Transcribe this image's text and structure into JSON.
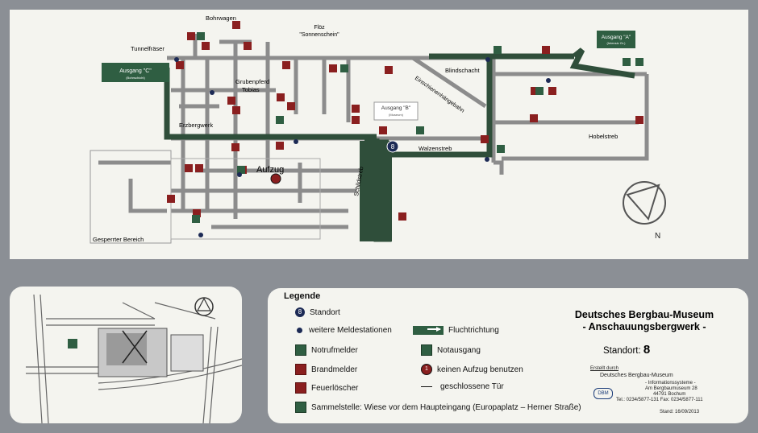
{
  "map": {
    "labels": {
      "tunnelfraeser": "Tunnelfräser",
      "bohrwagen": "Bohrwagen",
      "floez_line1": "Flöz",
      "floez_line2": "\"Sonnenschein\"",
      "grubenpferd_line1": "Grubenpferd",
      "grubenpferd_line2": "Tobias",
      "erzbergwerk": "Erzbergwerk",
      "aufzug": "Aufzug",
      "schildstreb": "Schildstreb",
      "walzenstreb": "Walzenstreb",
      "einschienenhaengebahn": "Einschienenhängebahn",
      "blindschacht": "Blindschacht",
      "hobelstreb": "Hobelstreb",
      "gesperrter_bereich": "Gesperrter Bereich",
      "north": "N",
      "standort_number": "8"
    },
    "exits": {
      "c_label": "Ausgang \"C\"",
      "c_sub": "(Bohrschicht)",
      "b_label": "Ausgang \"B\"",
      "b_sub": "(Museum)",
      "a_label": "Ausgang \"A\"",
      "a_sub": "(Intensiv Gr.)"
    },
    "colors": {
      "escape_route": "#2f4e3a",
      "tunnel": "#8c8c8c",
      "extinguisher": "#8a1f1f",
      "emergency": "#2f5e42"
    }
  },
  "legend": {
    "title": "Legende",
    "items": [
      {
        "icon": "standort-icon",
        "label": "Standort"
      },
      {
        "icon": "meldestation-icon",
        "label": "weitere Meldestationen"
      },
      {
        "icon": "notrufmelder-icon",
        "label": "Notrufmelder"
      },
      {
        "icon": "brandmelder-icon",
        "label": "Brandmelder"
      },
      {
        "icon": "feuerloescher-icon",
        "label": "Feuerlöscher"
      },
      {
        "icon": "fluchtrichtung-icon",
        "label": "Fluchtrichtung"
      },
      {
        "icon": "notausgang-icon",
        "label": "Notausgang"
      },
      {
        "icon": "kein-aufzug-icon",
        "label": "keinen Aufzug benutzen"
      },
      {
        "icon": "tuer-icon",
        "label": "geschlossene Tür"
      }
    ],
    "sammelstelle": "Sammelstelle: Wiese vor dem Haupteingang (Europaplatz – Herner Straße)"
  },
  "museum": {
    "title_line1": "Deutsches Bergbau-Museum",
    "title_line2": "- Anschauungsbergwerk -",
    "standort_label": "Standort:",
    "standort_value": "8",
    "erstellt": "Erstellt durch",
    "creator": "Deutsches Bergbau-Museum",
    "dept": "- Informationssysteme -",
    "address": "Am Bergbaumuseum 28",
    "city": "44791 Bochum",
    "tel": "Tel.: 0234/5877-131  Fax: 0234/5877-111",
    "stand": "Stand: 16/09/2013",
    "logo_text": "DBM"
  }
}
